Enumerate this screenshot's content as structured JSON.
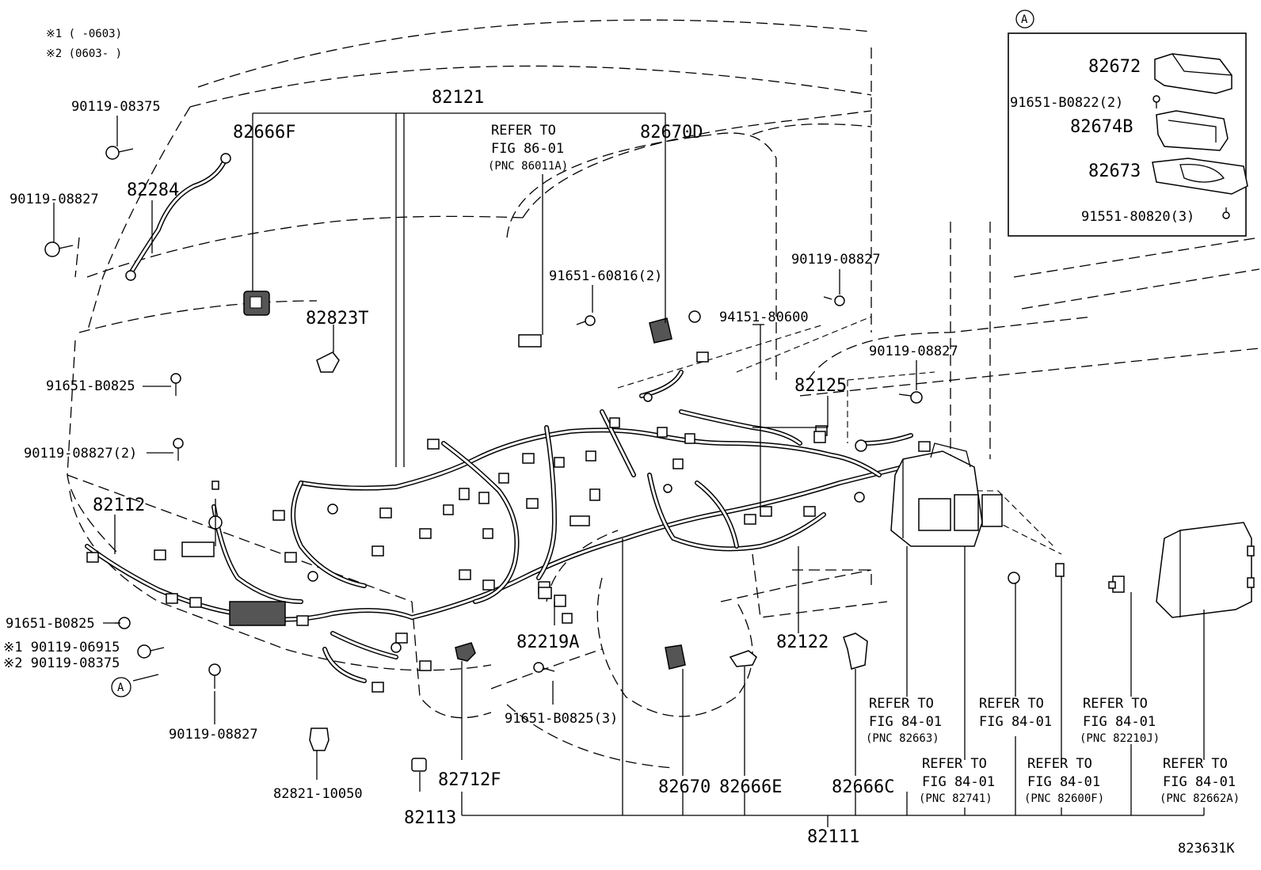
{
  "notes": {
    "note1": "※1 (     -0603)",
    "note2": "※2 (0603-     )"
  },
  "inset": {
    "marker": "A",
    "parts": [
      "82672",
      "91651-B0822(2)",
      "82674B",
      "82673",
      "91551-80820(3)"
    ]
  },
  "labels": {
    "p82121": "82121",
    "p90119_08375_top": "90119-08375",
    "p82666F": "82666F",
    "refer86_l1": "REFER TO",
    "refer86_l2": "FIG 86-01",
    "refer86_l3": "(PNC 86011A)",
    "p82670D": "82670D",
    "p82284": "82284",
    "p90119_08827_left": "90119-08827",
    "p91651_60816": "91651-60816(2)",
    "p90119_08827_right": "90119-08827",
    "p94151_80600": "94151-80600",
    "p82823T": "82823T",
    "p90119_08827_r2": "90119-08827",
    "p91651_B0825_left": "91651-B0825",
    "p82125": "82125",
    "p90119_08827_2": "90119-08827(2)",
    "p82112": "82112",
    "p91651_B0825_bot": "91651-B0825",
    "p90119_06915": "※1 90119-06915",
    "p90119_08375_bot": "※2 90119-08375",
    "markerA": "A",
    "p82219A": "82219A",
    "p82122": "82122",
    "p90119_08827_bot": "90119-08827",
    "p91651_B0825_3": "91651-B0825(3)",
    "p82821_10050": "82821-10050",
    "p82712F": "82712F",
    "p82113": "82113",
    "p82670": "82670",
    "p82666E": "82666E",
    "p82666C": "82666C",
    "p82111": "82111",
    "p823631K": "823631K",
    "ref_82663_l1": "REFER TO",
    "ref_82663_l2": "FIG 84-01",
    "ref_82663_l3": "(PNC 82663)",
    "ref_84_l1": "REFER TO",
    "ref_84_l2": "FIG 84-01",
    "ref_82210J_l1": "REFER TO",
    "ref_82210J_l2": "FIG 84-01",
    "ref_82210J_l3": "(PNC 82210J)",
    "ref_82741_l1": "REFER TO",
    "ref_82741_l2": "FIG 84-01",
    "ref_82741_l3": "(PNC 82741)",
    "ref_82600F_l1": "REFER TO",
    "ref_82600F_l2": "FIG 84-01",
    "ref_82600F_l3": "(PNC 82600F)",
    "ref_82662A_l1": "REFER TO",
    "ref_82662A_l2": "FIG 84-01",
    "ref_82662A_l3": "(PNC 82662A)"
  }
}
